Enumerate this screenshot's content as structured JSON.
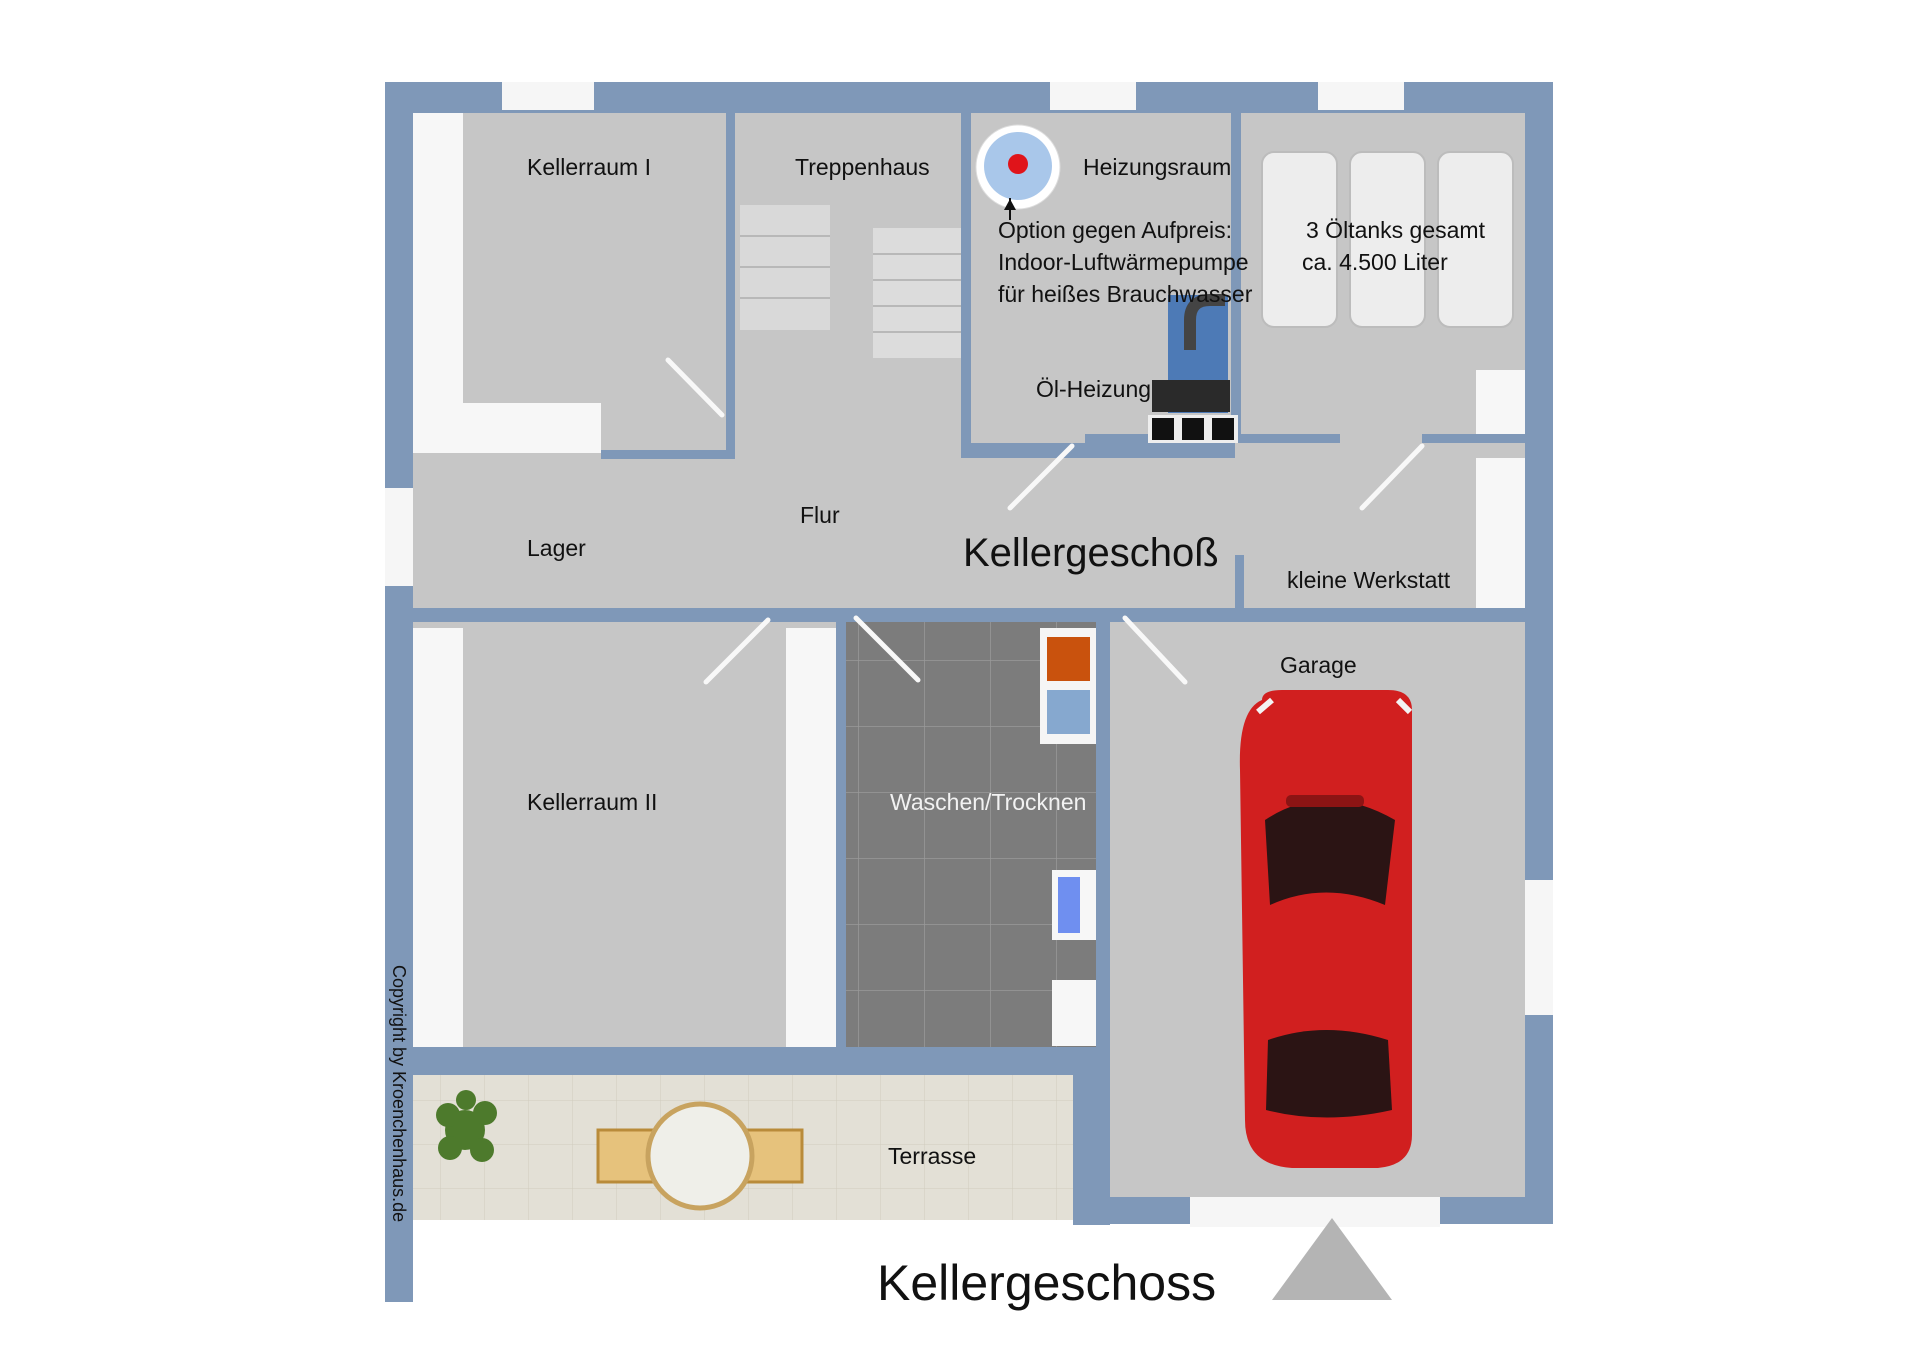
{
  "plan": {
    "floor_label": "Kellergeschoß",
    "title": "Kellergeschoss",
    "copyright": "Copyright by Kroenchenhaus.de",
    "rooms": {
      "kellerraum1": "Kellerraum I",
      "treppenhaus": "Treppenhaus",
      "heizungsraum": "Heizungsraum",
      "lager": "Lager",
      "flur": "Flur",
      "oel_heizung": "Öl-Heizung",
      "werkstatt": "kleine Werkstatt",
      "garage": "Garage",
      "kellerraum2": "Kellerraum II",
      "waschen": "Waschen/Trocknen",
      "terrasse": "Terrasse"
    },
    "notes": {
      "option": [
        "Option gegen Aufpreis:",
        "Indoor-Luftwärmepumpe",
        "für heißes Brauchwasser"
      ],
      "tanks": [
        "3 Öltanks gesamt",
        "ca. 4.500 Liter"
      ]
    },
    "colors": {
      "wall": "#7f98b8",
      "floor": "#c6c6c6",
      "tile": "#7c7c7c",
      "terrace": "#e3e0d6",
      "car": "#d11f1f",
      "arrow": "#b4b4b4"
    }
  }
}
